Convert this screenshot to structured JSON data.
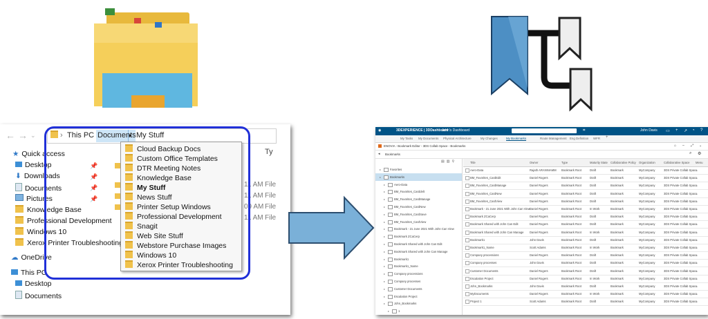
{
  "colors": {
    "folder_yellow": "#f5cf5a",
    "folder_blue": "#5fb7e0",
    "highlight_ring": "#2030d8",
    "arrow_fill": "#7ab0d8",
    "ribbon_blue": "#4d8fc4",
    "dash_topbar": "#005386",
    "dash_selected": "#c7dff0"
  },
  "icons": {
    "file_explorer": "folder-icon",
    "bookmark_tree": "bookmark-tree-icon",
    "transition": "right-arrow-icon"
  },
  "explorer": {
    "breadcrumb": [
      "This PC",
      "Documents",
      "My Stuff"
    ],
    "sidebar": [
      {
        "label": "Quick access",
        "icon": "star-icon"
      },
      {
        "label": "Desktop",
        "icon": "desktop-icon",
        "pinned": true
      },
      {
        "label": "Downloads",
        "icon": "download-icon",
        "pinned": true
      },
      {
        "label": "Documents",
        "icon": "documents-icon",
        "pinned": true
      },
      {
        "label": "Pictures",
        "icon": "pictures-icon",
        "pinned": true
      },
      {
        "label": "Knowledge Base",
        "icon": "folder-icon"
      },
      {
        "label": "Professional Development",
        "icon": "folder-icon"
      },
      {
        "label": "Windows 10",
        "icon": "folder-icon"
      },
      {
        "label": "Xerox Printer Troubleshooting",
        "icon": "folder-icon"
      },
      {
        "label": "OneDrive",
        "icon": "cloud-icon"
      },
      {
        "label": "This PC",
        "icon": "pc-icon"
      },
      {
        "label": "Desktop",
        "icon": "desktop-icon"
      },
      {
        "label": "Documents",
        "icon": "documents-icon"
      }
    ],
    "column_header": "Ty",
    "file_times": [
      "11 AM",
      "11 AM",
      "09 AM",
      "11 AM"
    ],
    "file_types": [
      "File",
      "File",
      "File",
      "File"
    ],
    "dropdown_items": [
      "Cloud Backup Docs",
      "Custom Office Templates",
      "DTR Meeting Notes",
      "Knowledge Base",
      "My Stuff",
      "News Stuff",
      "Printer Setup Windows",
      "Professional Development",
      "Snagit",
      "Web Site Stuff",
      "Webstore Purchase Images",
      "Windows 10",
      "Xerox Printer Troubleshooting"
    ],
    "dropdown_selected": "My Stuff"
  },
  "dashboard": {
    "brand": "3DEXPERIENCE | 3DDashboard",
    "dashboard_name": "John's Dashboard",
    "user": "John Davis",
    "tabs": [
      "My Tasks",
      "My Documents",
      "Physical Architecture",
      "My Changes",
      "My Bookmarks",
      "Route Management",
      "Eng Definition",
      "WFR"
    ],
    "active_tab": "My Bookmarks",
    "app_title": "ENOVIA - Bookmark Editor - 3DS Collab Space - Bookmarks",
    "pane_title": "Bookmarks",
    "tree": [
      {
        "label": "Favorites",
        "level": 0
      },
      {
        "label": "Bookmarks",
        "level": 0,
        "selected": true
      },
      {
        "label": "Aero-Data",
        "level": 1
      },
      {
        "label": "BM_Favorites_Carddelt",
        "level": 1
      },
      {
        "label": "BM_Favorites_CardManage",
        "level": 1
      },
      {
        "label": "BM_Favorites_CardNew",
        "level": 1
      },
      {
        "label": "BM_Favorites_CardSave",
        "level": 1
      },
      {
        "label": "BM_Favorites_CardView",
        "level": 1
      },
      {
        "label": "Bookmark - 21 June 2021 With John Can View",
        "level": 1
      },
      {
        "label": "Bookmark ZCaCerp",
        "level": 1
      },
      {
        "label": "Bookmark Shared with John Can Edit",
        "level": 1
      },
      {
        "label": "Bookmark Shared with John Can Manage",
        "level": 1
      },
      {
        "label": "Bookmark1",
        "level": 1
      },
      {
        "label": "Bookmark1_Name",
        "level": 1
      },
      {
        "label": "Company processions",
        "level": 1
      },
      {
        "label": "Company processes",
        "level": 1
      },
      {
        "label": "Customer Documents",
        "level": 1
      },
      {
        "label": "Escalation Project",
        "level": 1
      },
      {
        "label": "John_Bookmarks",
        "level": 1
      },
      {
        "label": "1",
        "level": 2
      }
    ],
    "columns": [
      "Title",
      "Owner",
      "Type",
      "Maturity State",
      "Collaborative Policy",
      "Organization",
      "Collaborative Space",
      "Menu"
    ],
    "rows": [
      [
        "Aero-Data",
        "Rajath ARANNIAMM",
        "Bookmark Root",
        "Draft",
        "Bookmark",
        "MyCompany",
        "3DS Private Collab Space"
      ],
      [
        "BM_Favorites_CardEdit",
        "Daniel Rogers",
        "Bookmark Root",
        "Draft",
        "Bookmark",
        "MyCompany",
        "3DS Private Collab Space"
      ],
      [
        "BM_Favorites_CardManage",
        "Daniel Rogers",
        "Bookmark Root",
        "Draft",
        "Bookmark",
        "MyCompany",
        "3DS Private Collab Space"
      ],
      [
        "BM_Favorites_CardNew",
        "Daniel Rogers",
        "Bookmark Root",
        "Draft",
        "Bookmark",
        "MyCompany",
        "3DS Private Collab Space"
      ],
      [
        "BM_Favorites_CardView",
        "Daniel Rogers",
        "Bookmark Root",
        "Draft",
        "Bookmark",
        "MyCompany",
        "3DS Private Collab Space"
      ],
      [
        "Bookmark - 21 June 2021 With John Can View",
        "Daniel Rogers",
        "Bookmark Root",
        "In Work",
        "Bookmark",
        "MyCompany",
        "3DS Private Collab Space"
      ],
      [
        "Bookmark ZCaCerp",
        "Daniel Rogers",
        "Bookmark Root",
        "Draft",
        "Bookmark",
        "MyCompany",
        "3DS Private Collab Space"
      ],
      [
        "Bookmark Shared with John Can Edit",
        "Daniel Rogers",
        "Bookmark Root",
        "Draft",
        "Bookmark",
        "MyCompany",
        "3DS Private Collab Space"
      ],
      [
        "Bookmark Shared with John Can Manage",
        "Daniel Rogers",
        "Bookmark Root",
        "In Work",
        "Bookmark",
        "MyCompany",
        "3DS Private Collab Space"
      ],
      [
        "Bookmark1",
        "John Davis",
        "Bookmark Root",
        "Draft",
        "Bookmark",
        "MyCompany",
        "3DS Private Collab Space"
      ],
      [
        "Bookmark1_Name",
        "Scott Adams",
        "Bookmark Root",
        "In Work",
        "Bookmark",
        "MyCompany",
        "3DS Private Collab Space"
      ],
      [
        "Company processions",
        "Daniel Rogers",
        "Bookmark Root",
        "Draft",
        "Bookmark",
        "MyCompany",
        "3DS Private Collab Space"
      ],
      [
        "Company processes",
        "John Davis",
        "Bookmark Root",
        "Draft",
        "Bookmark",
        "MyCompany",
        "3DS Private Collab Space"
      ],
      [
        "Customer Documents",
        "Daniel Rogers",
        "Bookmark Root",
        "Draft",
        "Bookmark",
        "MyCompany",
        "3DS Private Collab Space"
      ],
      [
        "Escalation Project",
        "Daniel Rogers",
        "Bookmark Root",
        "In Work",
        "Bookmark",
        "MyCompany",
        "3DS Private Collab Space"
      ],
      [
        "John_Bookmarks",
        "John Davis",
        "Bookmark Root",
        "Draft",
        "Bookmark",
        "MyCompany",
        "3DS Private Collab Space"
      ],
      [
        "MyDocuments",
        "Daniel Rogers",
        "Bookmark Root",
        "In Work",
        "Bookmark",
        "MyCompany",
        "3DS Private Collab Space"
      ],
      [
        "Project 1",
        "Scott Adams",
        "Bookmark Root",
        "Draft",
        "Bookmark",
        "MyCompany",
        "3DS Private Collab Space"
      ]
    ]
  }
}
